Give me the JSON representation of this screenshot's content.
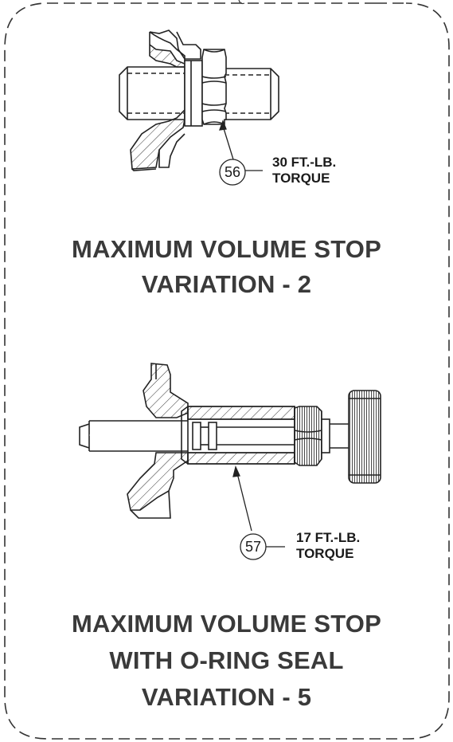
{
  "variation_2": {
    "part_number": "56",
    "torque_line1": "30 FT.-LB.",
    "torque_line2": "TORQUE",
    "title_line1": "MAXIMUM VOLUME STOP",
    "title_line2": "VARIATION - 2"
  },
  "variation_5": {
    "part_number": "57",
    "torque_line1": "17 FT.-LB.",
    "torque_line2": "TORQUE",
    "title_line1": "MAXIMUM VOLUME STOP",
    "title_line2": "WITH O-RING SEAL",
    "title_line3": "VARIATION - 5"
  }
}
